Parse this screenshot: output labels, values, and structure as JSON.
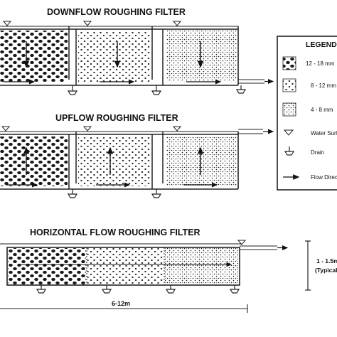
{
  "titles": {
    "downflow": "DOWNFLOW ROUGHING FILTER",
    "upflow": "UPFLOW ROUGHING FILTER",
    "horizontal": "HORIZONTAL FLOW ROUGHING FILTER"
  },
  "legend": {
    "title": "LEGEND",
    "items": [
      {
        "label": "12 - 18 mm",
        "icon": "coarse-gravel-swatch"
      },
      {
        "label": "8 - 12 mm",
        "icon": "medium-gravel-swatch"
      },
      {
        "label": "4 - 8 mm",
        "icon": "fine-gravel-swatch"
      },
      {
        "label": "Water Surface",
        "icon": "water-surface-symbol"
      },
      {
        "label": "Drain",
        "icon": "drain-symbol"
      },
      {
        "label": "Flow Direction",
        "icon": "flow-arrow-symbol"
      }
    ]
  },
  "dimensions": {
    "length": "6-12m",
    "depth": "1 - 1.5m",
    "depth_note": "(Typical)"
  },
  "colors": {
    "line": "#222222",
    "gravel": "#1a1a1a",
    "background": "#ffffff"
  }
}
